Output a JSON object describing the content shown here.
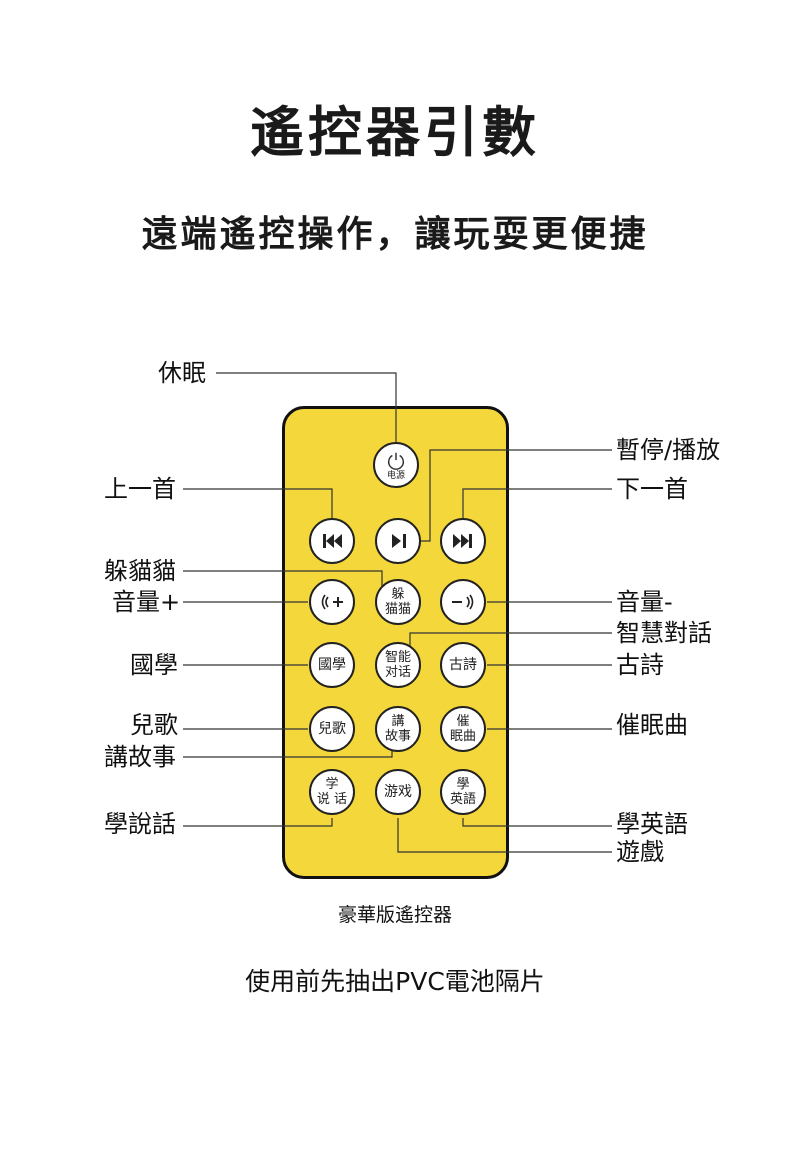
{
  "title": "遙控器引數",
  "subtitle": "遠端遙控操作，讓玩耍更便捷",
  "caption": "豪華版遙控器",
  "note": "使用前先抽出PVC電池隔片",
  "remote_color": "#f4d73a",
  "buttons": {
    "power": "电源",
    "hide_line1": "躲",
    "hide_line2": "猫猫",
    "smart_line1": "智能",
    "smart_line2": "对话",
    "guoxue": "國學",
    "poem": "古詩",
    "song": "兒歌",
    "story_line1": "講",
    "story_line2": "故事",
    "sleep_line1": "催",
    "sleep_line2": "眠曲",
    "talk_line1": "学",
    "talk_line2": "说 话",
    "game": "游戏",
    "english_line1": "學",
    "english_line2": "英語"
  },
  "labels": {
    "sleep": "休眠",
    "pause_play": "暫停/播放",
    "prev": "上一首",
    "next": "下一首",
    "hide": "躲貓貓",
    "vol_up": "音量+",
    "vol_down": "音量-",
    "smart_talk": "智慧對話",
    "guoxue": "國學",
    "poem": "古詩",
    "song": "兒歌",
    "lullaby": "催眠曲",
    "story": "講故事",
    "learn_talk": "學說話",
    "learn_english": "學英語",
    "game": "遊戲"
  }
}
